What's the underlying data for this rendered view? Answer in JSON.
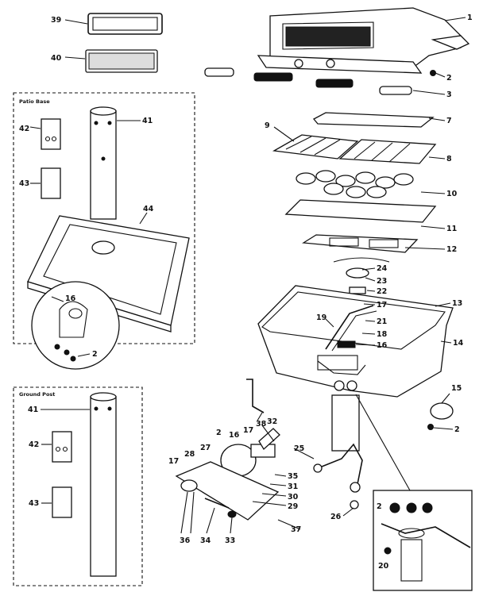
{
  "boxes": {
    "patio_base_title": "Patio Base",
    "ground_post_title": "Ground Post"
  },
  "callouts": {
    "c1": "1",
    "c2a": "2",
    "c3": "3",
    "c7": "7",
    "c8": "8",
    "c9": "9",
    "c10": "10",
    "c11": "11",
    "c12": "12",
    "c13": "13",
    "c14": "14",
    "c15": "15",
    "c2b": "2",
    "c24": "24",
    "c23": "23",
    "c22": "22",
    "c17a": "17",
    "c19": "19",
    "c21": "21",
    "c18": "18",
    "c16a": "16",
    "c39": "39",
    "c40": "40",
    "c41a": "41",
    "c42a": "42",
    "c43a": "43",
    "c44": "44",
    "c16b": "16",
    "c2c": "2",
    "c41b": "41",
    "c42b": "42",
    "c43b": "43",
    "c38": "38",
    "c32": "32",
    "c2d": "2",
    "c16c": "16",
    "c17b": "17",
    "c27": "27",
    "c28": "28",
    "c17c": "17",
    "c25": "25",
    "c35": "35",
    "c31": "31",
    "c30": "30",
    "c29": "29",
    "c26": "26",
    "c37": "37",
    "c36": "36",
    "c34": "34",
    "c33": "33",
    "c2e": "2",
    "c20": "20"
  }
}
